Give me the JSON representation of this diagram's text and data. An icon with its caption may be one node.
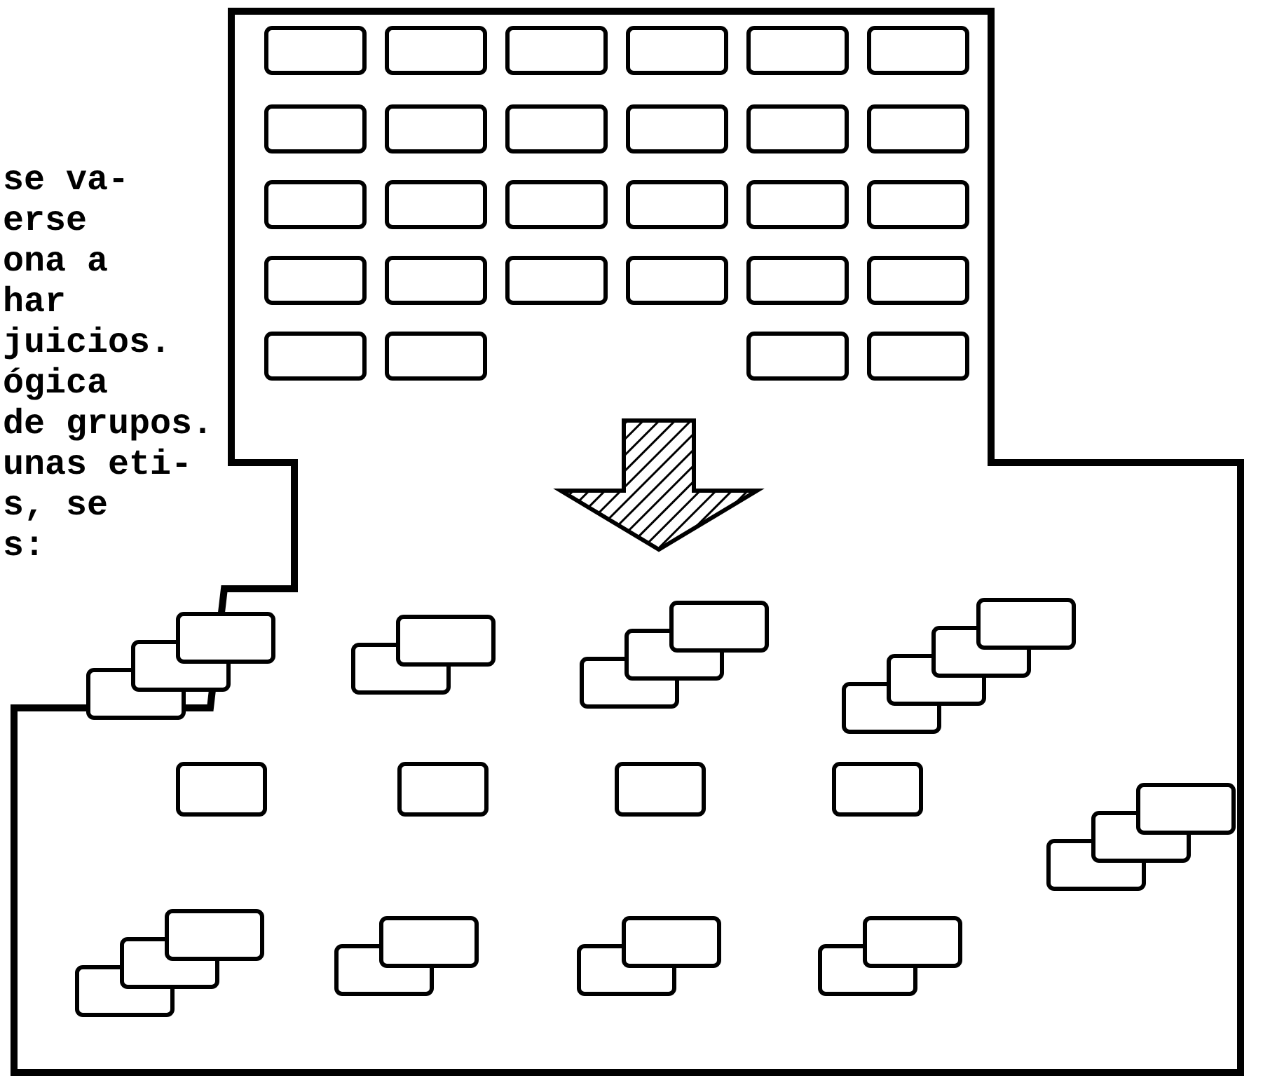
{
  "diagram": {
    "labels": [
      "se va-",
      "erse",
      "ona a",
      "har",
      "juicios.",
      "ógica",
      "de grupos.",
      "unas eti-",
      "s, se",
      "s:"
    ]
  }
}
